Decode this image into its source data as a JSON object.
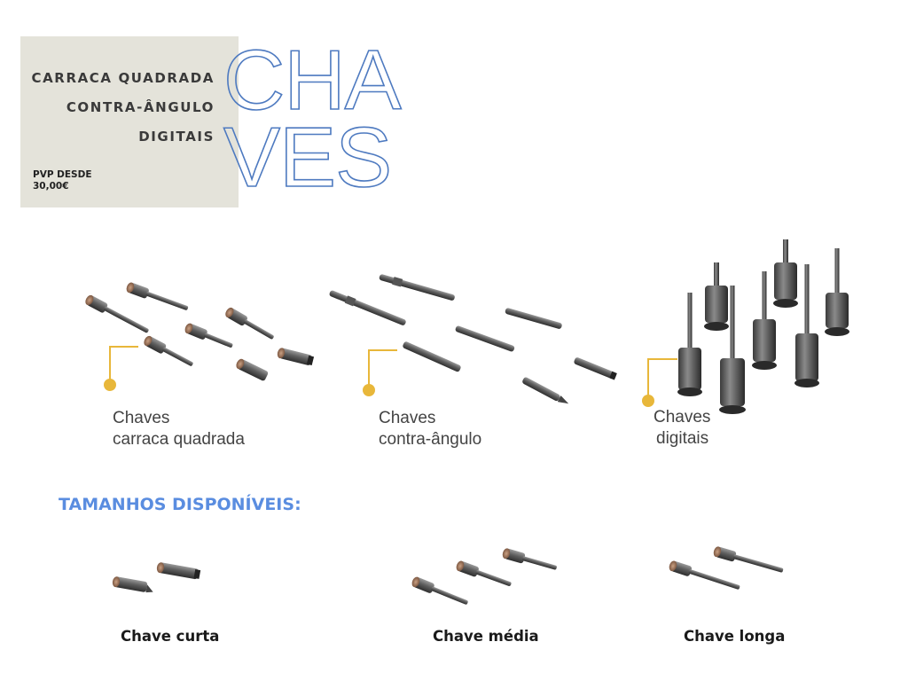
{
  "header": {
    "lines": [
      "CARRACA QUADRADA",
      "CONTRA-ÂNGULO",
      "DIGITAIS"
    ],
    "price_line1": "PVP DESDE",
    "price_line2": "30,00€",
    "title_line1": "CHA",
    "title_line2": "VES"
  },
  "categories": [
    {
      "line1": "Chaves",
      "line2": "carraca quadrada"
    },
    {
      "line1": "Chaves",
      "line2": "contra-ângulo"
    },
    {
      "line1": "Chaves",
      "line2": "digitais"
    }
  ],
  "sizes": {
    "heading": "TAMANHOS DISPONÍVEIS:",
    "items": [
      "Chave curta",
      "Chave média",
      "Chave longa"
    ]
  },
  "colors": {
    "accent_blue": "#4e7ac0",
    "heading_blue": "#5a8de0",
    "pointer_gold": "#e8b73a",
    "box_bg": "#e4e3da"
  }
}
